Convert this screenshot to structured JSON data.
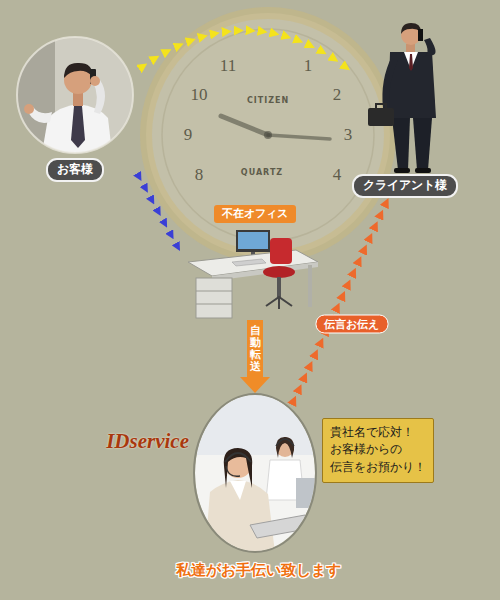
{
  "diagram": {
    "nodes": [
      {
        "text": [
          "お客様"
        ]
      },
      {
        "text": [
          "クライアント様"
        ]
      },
      {
        "text": [
          "不在オフィス"
        ]
      },
      {
        "text": [
          "IDservice"
        ]
      },
      {
        "text": [
          "貴社名で応対！ お客様からの 伝言をお預かり！"
        ]
      }
    ],
    "edges": [
      {
        "from": 0,
        "to": 1,
        "arrow": "to"
      },
      {
        "from": 0,
        "to": 2,
        "arrow": "to"
      },
      {
        "from": 2,
        "to": 3,
        "label": "自動転送",
        "arrow": "to"
      },
      {
        "from": 3,
        "to": 1,
        "label": "伝言お伝え",
        "arrow": "to"
      }
    ],
    "labels": [
      "CITIZEN",
      "11",
      "10",
      "9",
      "8",
      "1",
      "2",
      "3",
      "4",
      "QUARTZ",
      "私達がお手伝い致します"
    ]
  }
}
